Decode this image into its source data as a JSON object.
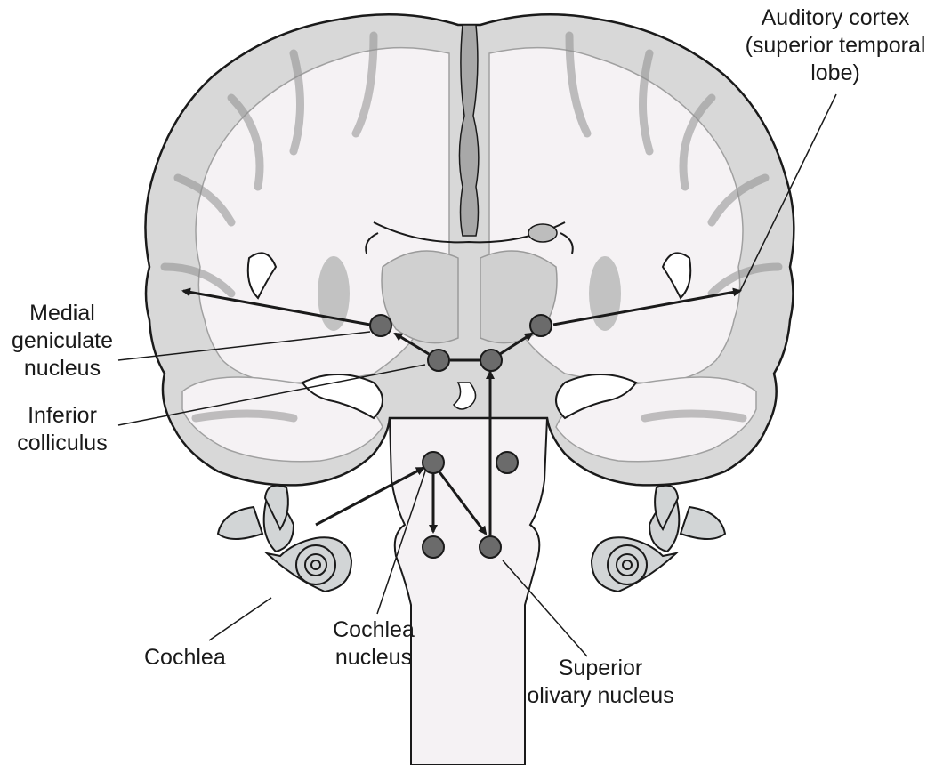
{
  "labels": {
    "auditory_cortex": [
      "Auditory cortex",
      "(superior temporal",
      "lobe)"
    ],
    "medial_geniculate": [
      "Medial",
      "geniculate",
      "nucleus"
    ],
    "inferior_colliculus": [
      "Inferior",
      "colliculus"
    ],
    "cochlea": "Cochlea",
    "cochlea_nucleus": [
      "Cochlea",
      "nucleus"
    ],
    "superior_olivary": [
      "Superior",
      "olivary nucleus"
    ]
  },
  "colors": {
    "cortex": "#d8d8d8",
    "white_matter": "#f5f2f4",
    "sulcus": "#a8a8a8",
    "nucleus": "#6b6b6b",
    "ear": "#d2d5d6",
    "ink": "#1a1a1a"
  }
}
